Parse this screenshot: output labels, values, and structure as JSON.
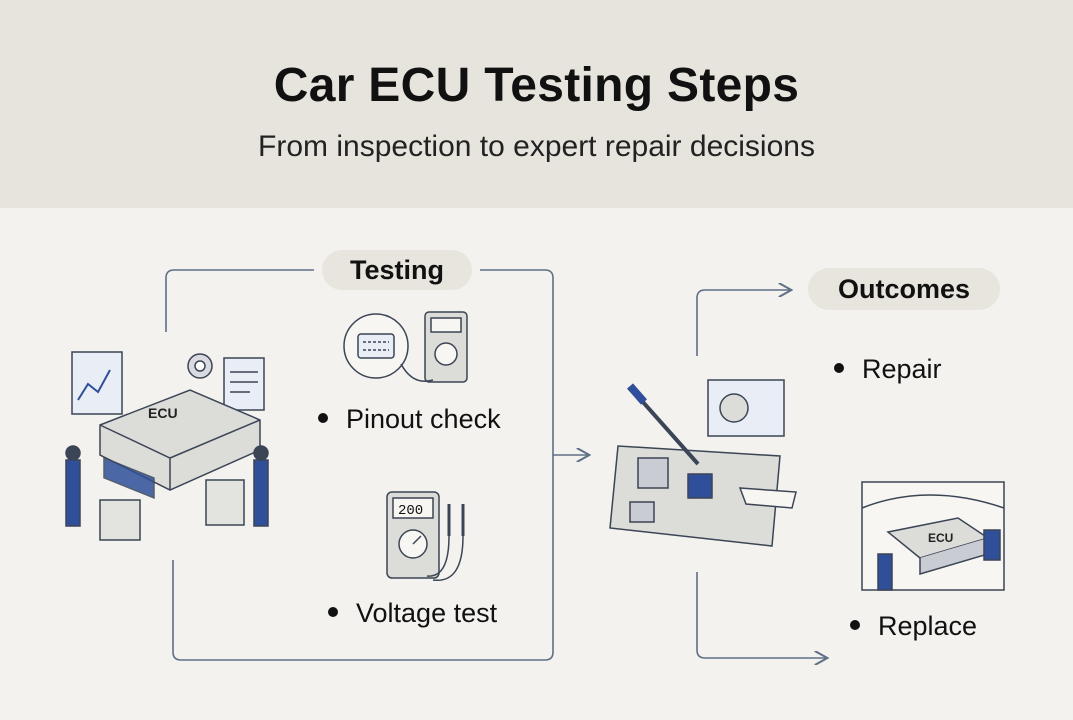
{
  "header": {
    "title": "Car ECU Testing Steps",
    "subtitle": "From inspection to expert repair decisions"
  },
  "testing": {
    "label": "Testing",
    "steps": [
      "Pinout check",
      "Voltage test"
    ]
  },
  "outcomes": {
    "label": "Outcomes",
    "items": [
      "Repair",
      "Replace"
    ]
  },
  "illustrations": {
    "ecu_label": "ECU",
    "multimeter_display": "200",
    "replace_ecu_label": "ECU"
  },
  "colors": {
    "header_bg": "#e7e4dd",
    "page_bg": "#f3f2ee",
    "accent_blue": "#2f4f9a",
    "line": "#5f6f86"
  }
}
